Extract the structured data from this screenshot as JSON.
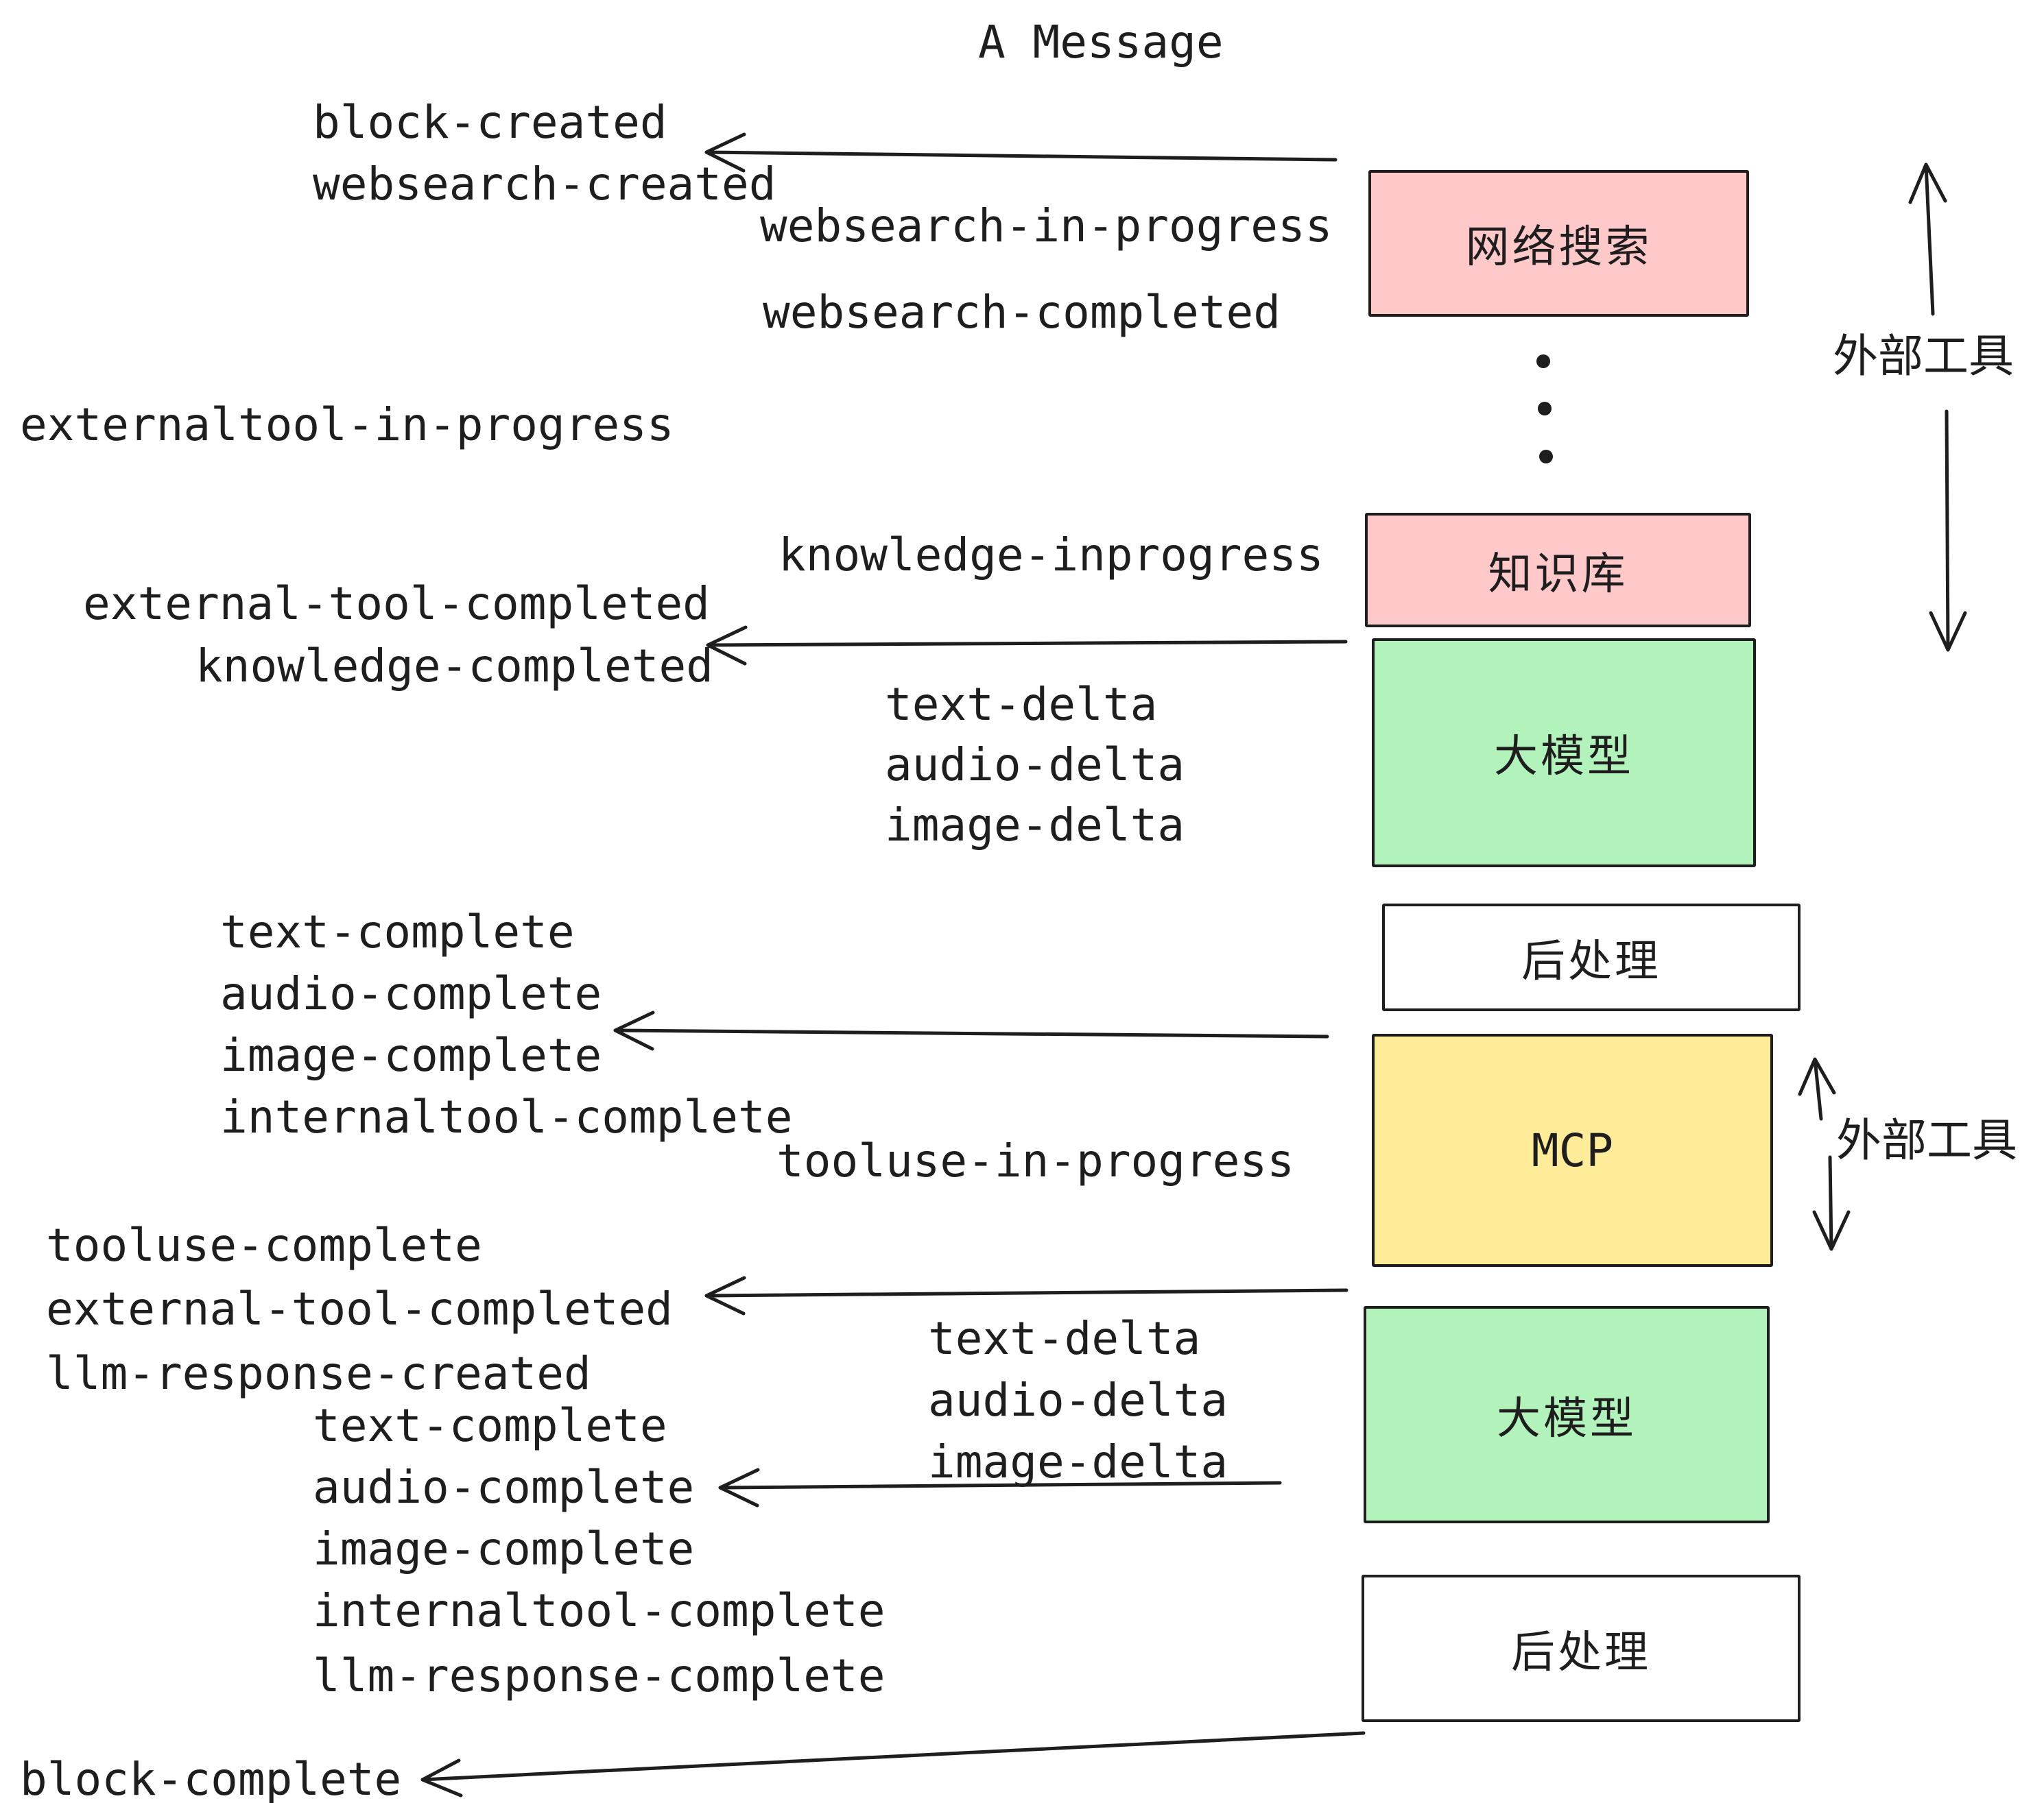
{
  "title": "A Message",
  "colors": {
    "stroke": "#1e1e1e",
    "pink_fill": "#ffc9c9",
    "green_fill": "#b2f2bb",
    "yellow_fill": "#ffec99",
    "white_fill": "#ffffff"
  },
  "boxes": {
    "websearch": "网络搜索",
    "knowledge": "知识库",
    "llm": "大模型",
    "postprocess": "后处理",
    "mcp": "MCP"
  },
  "annotations": {
    "external_tools": "外部工具",
    "dots": "vertical-ellipsis"
  },
  "events": {
    "block_created": "block-created",
    "websearch_created": "websearch-created",
    "websearch_in_progress": "websearch-in-progress",
    "websearch_completed": "websearch-completed",
    "externaltool_in_progress": "externaltool-in-progress",
    "knowledge_inprogress": "knowledge-inprogress",
    "external_tool_completed": "external-tool-completed",
    "knowledge_completed": "knowledge-completed",
    "text_delta": "text-delta",
    "audio_delta": "audio-delta",
    "image_delta": "image-delta",
    "text_complete": "text-complete",
    "audio_complete": "audio-complete",
    "image_complete": "image-complete",
    "internaltool_complete": "internaltool-complete",
    "tooluse_in_progress": "tooluse-in-progress",
    "tooluse_complete": "tooluse-complete",
    "llm_response_created": "llm-response-created",
    "llm_response_complete": "llm-response-complete",
    "block_complete": "block-complete"
  }
}
